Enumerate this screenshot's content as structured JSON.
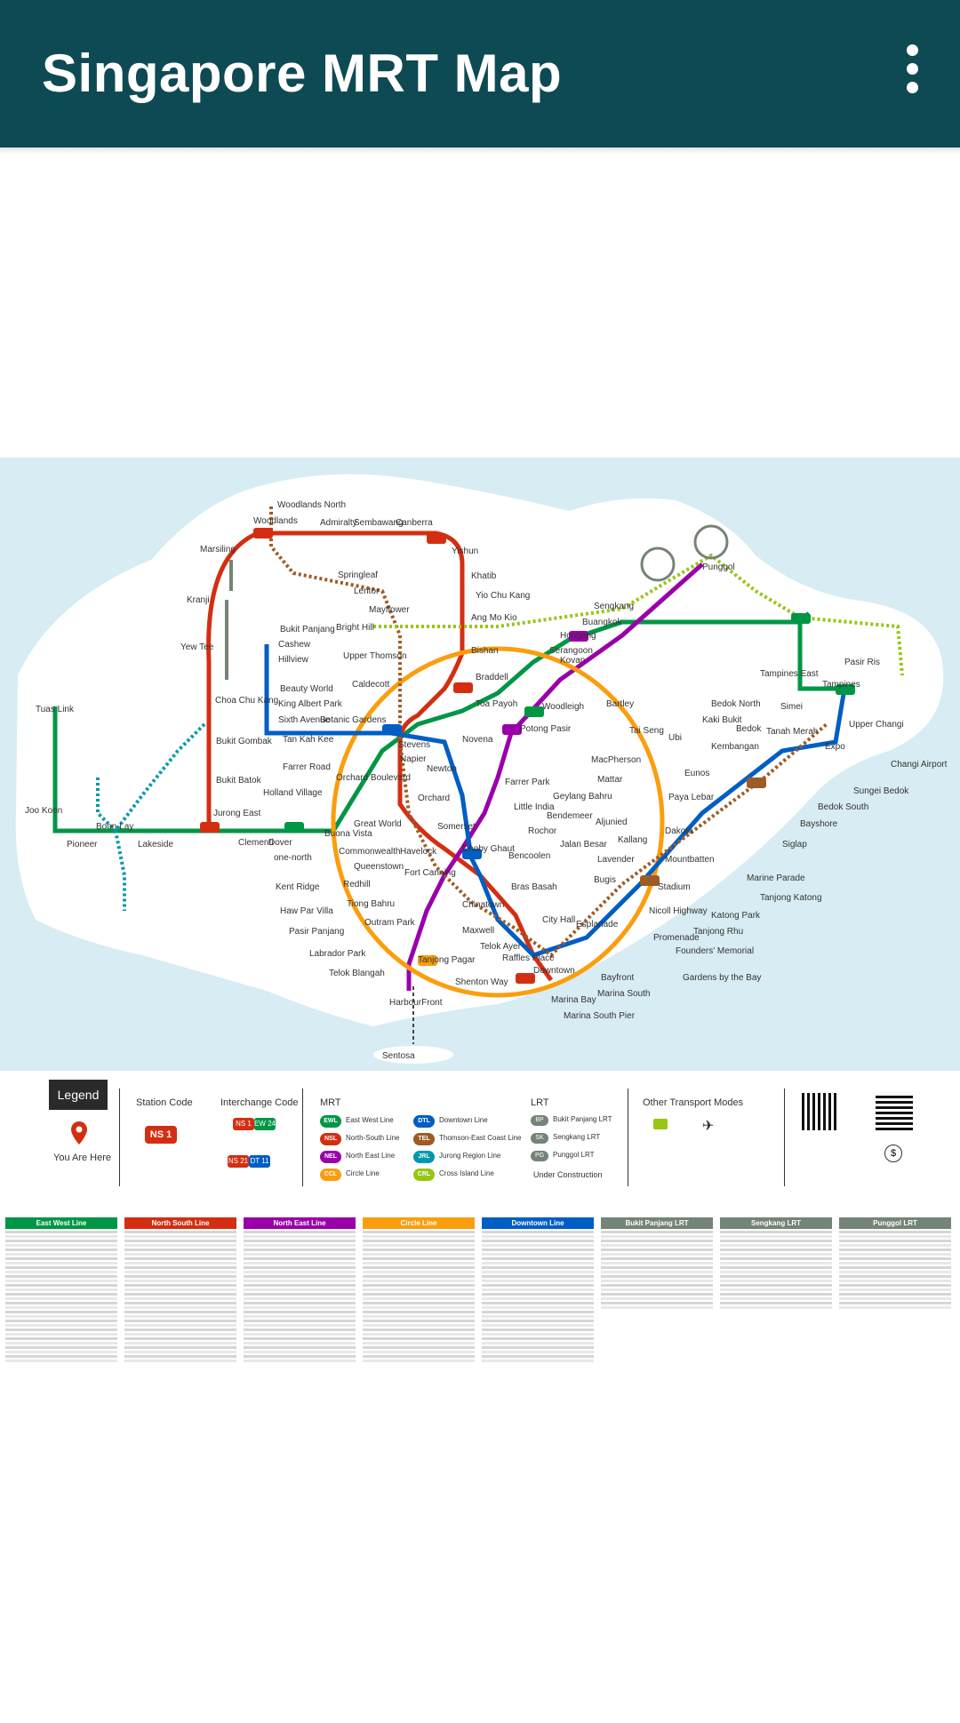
{
  "appbar": {
    "title": "Singapore MRT Map",
    "menu_icon": "more-vert-icon",
    "bg": "#0e4a53"
  },
  "map": {
    "colors": {
      "ewl": "#009645",
      "nsl": "#d42e12",
      "nel": "#9900aa",
      "ccl": "#fa9e0d",
      "dtl": "#005ec4",
      "tel": "#9d5b25",
      "lrt": "#748477",
      "jrl": "#0099aa",
      "crl": "#97c616",
      "sea": "#d7ecf3",
      "land": "#ffffff"
    },
    "stations": {
      "woodlands_north": "Woodlands North",
      "woodlands": "Woodlands",
      "admiralty": "Admiralty",
      "sembawang": "Sembawang",
      "canberra": "Canberra",
      "yishun": "Yishun",
      "khatib": "Khatib",
      "yio_chu_kang": "Yio Chu Kang",
      "ang_mo_kio": "Ang Mo Kio",
      "bishan": "Bishan",
      "braddell": "Braddell",
      "toa_payoh": "Toa Payoh",
      "novena": "Novena",
      "newton": "Newton",
      "orchard": "Orchard",
      "somerset": "Somerset",
      "dhoby_ghaut": "Dhoby Ghaut",
      "city_hall": "City Hall",
      "raffles_place": "Raffles Place",
      "marina_bay": "Marina Bay",
      "marina_south_pier": "Marina South Pier",
      "kranji": "Kranji",
      "marsiling": "Marsiling",
      "yew_tee": "Yew Tee",
      "choa_chu_kang": "Choa Chu Kang",
      "bukit_gombak": "Bukit Gombak",
      "bukit_batok": "Bukit Batok",
      "jurong_east": "Jurong East",
      "clementi": "Clementi",
      "dover": "Dover",
      "buona_vista": "Buona Vista",
      "commonwealth": "Commonwealth",
      "queenstown": "Queenstown",
      "redhill": "Redhill",
      "tiong_bahru": "Tiong Bahru",
      "outram_park": "Outram Park",
      "tanjong_pagar": "Tanjong Pagar",
      "bugis": "Bugis",
      "lavender": "Lavender",
      "kallang": "Kallang",
      "aljunied": "Aljunied",
      "paya_lebar": "Paya Lebar",
      "eunos": "Eunos",
      "kembangan": "Kembangan",
      "bedok": "Bedok",
      "tanah_merah": "Tanah Merah",
      "simei": "Simei",
      "tampines": "Tampines",
      "pasir_ris": "Pasir Ris",
      "expo": "Expo",
      "changi_airport": "Changi Airport",
      "lakeside": "Lakeside",
      "boon_lay": "Boon Lay",
      "pioneer": "Pioneer",
      "joo_koon": "Joo Koon",
      "tuas_link": "Tuas Link",
      "harbourfront": "HarbourFront",
      "outram": "Outram Park",
      "serangoon": "Serangoon",
      "kovan": "Kovan",
      "hougang": "Hougang",
      "buangkok": "Buangkok",
      "sengkang": "Sengkang",
      "punggol": "Punggol",
      "bukit_panjang": "Bukit Panjang",
      "promenade": "Promenade",
      "bayfront": "Bayfront",
      "gardens_by_the_bay": "Gardens by the Bay",
      "marine_parade": "Marine Parade",
      "siglap": "Siglap",
      "bayshore": "Bayshore",
      "bedok_south": "Bedok South",
      "sungei_bedok": "Sungei Bedok",
      "holland_village": "Holland Village",
      "botanic_gardens": "Botanic Gardens",
      "caldecott": "Caldecott",
      "stevens": "Stevens",
      "little_india": "Little India",
      "farrer_park": "Farrer Park",
      "potong_pasir": "Potong Pasir",
      "woodleigh": "Woodleigh",
      "bartley": "Bartley",
      "tai_seng": "Tai Seng",
      "macpherson": "MacPherson",
      "dakota": "Dakota",
      "mountbatten": "Mountbatten",
      "stadium": "Stadium",
      "nicoll_highway": "Nicoll Highway",
      "esplanade": "Esplanade",
      "bras_basah": "Bras Basah",
      "chinatown": "Chinatown",
      "telok_ayer": "Telok Ayer",
      "downtown": "Downtown",
      "maxwell": "Maxwell",
      "shenton_way": "Shenton Way",
      "telok_blangah": "Telok Blangah",
      "labrador_park": "Labrador Park",
      "pasir_panjang": "Pasir Panjang",
      "haw_par_villa": "Haw Par Villa",
      "kent_ridge": "Kent Ridge",
      "one_north": "one-north",
      "farrer_road": "Farrer Road",
      "tan_kah_kee": "Tan Kah Kee",
      "beauty_world": "Beauty World",
      "hillview": "Hillview",
      "cashew": "Cashew",
      "sixth_avenue": "Sixth Avenue",
      "king_albert_park": "King Albert Park",
      "upper_changi": "Upper Changi",
      "tampines_east": "Tampines East",
      "bedok_north": "Bedok North",
      "kaki_bukit": "Kaki Bukit",
      "ubi": "Ubi",
      "mattar": "Mattar",
      "geylang_bahru": "Geylang Bahru",
      "bendemeer": "Bendemeer",
      "jalan_besar": "Jalan Besar",
      "rochor": "Rochor",
      "fort_canning": "Fort Canning",
      "bencoolen": "Bencoolen",
      "great_world": "Great World",
      "havelock": "Havelock",
      "napier": "Napier",
      "orchard_boulevard": "Orchard Boulevard",
      "mayflower": "Mayflower",
      "bright_hill": "Bright Hill",
      "upper_thomson": "Upper Thomson",
      "lentor": "Lentor",
      "springleaf": "Springleaf",
      "sentosa": "Sentosa",
      "tanjong_katong": "Tanjong Katong",
      "tanjong_rhu": "Tanjong Rhu",
      "katong_park": "Katong Park",
      "founders_memorial": "Founders' Memorial",
      "marina_south": "Marina South"
    }
  },
  "legend": {
    "tab": "Legend",
    "you_are_here": "You Are Here",
    "station_code": "Station Code",
    "interchange_code": "Interchange Code",
    "mrt": "MRT",
    "lrt": "LRT",
    "other_transport": "Other Transport Modes",
    "lines": [
      {
        "code": "EWL",
        "name": "East West Line",
        "color": "#009645"
      },
      {
        "code": "NSL",
        "name": "North-South Line",
        "color": "#d42e12"
      },
      {
        "code": "NEL",
        "name": "North East Line",
        "color": "#9900aa"
      },
      {
        "code": "CCL",
        "name": "Circle Line",
        "color": "#fa9e0d"
      },
      {
        "code": "DTL",
        "name": "Downtown Line",
        "color": "#005ec4"
      },
      {
        "code": "TEL",
        "name": "Thomson-East Coast Line",
        "color": "#9d5b25"
      },
      {
        "code": "JRL",
        "name": "Jurong Region Line",
        "color": "#0099aa"
      },
      {
        "code": "CRL",
        "name": "Cross Island Line",
        "color": "#97c616"
      }
    ],
    "lrt_lines": [
      {
        "code": "BP",
        "name": "Bukit Panjang LRT"
      },
      {
        "code": "SK",
        "name": "Sengkang LRT"
      },
      {
        "code": "PG",
        "name": "Punggol LRT"
      }
    ],
    "code_example": "NS 1",
    "interchange_example_1": "NS 1",
    "interchange_example_2": "EW 24",
    "interchange_example_3": "NS 21",
    "interchange_example_4": "DT 11",
    "under_construction": "Under Construction"
  },
  "tables": [
    {
      "title": "East West Line",
      "color": "#009645"
    },
    {
      "title": "North South Line",
      "color": "#d42e12"
    },
    {
      "title": "North East Line",
      "color": "#9900aa"
    },
    {
      "title": "Circle Line",
      "color": "#fa9e0d"
    },
    {
      "title": "Downtown Line",
      "color": "#005ec4"
    },
    {
      "title": "Bukit Panjang LRT",
      "color": "#748477"
    },
    {
      "title": "Sengkang LRT",
      "color": "#748477"
    },
    {
      "title": "Punggol LRT",
      "color": "#748477"
    }
  ]
}
